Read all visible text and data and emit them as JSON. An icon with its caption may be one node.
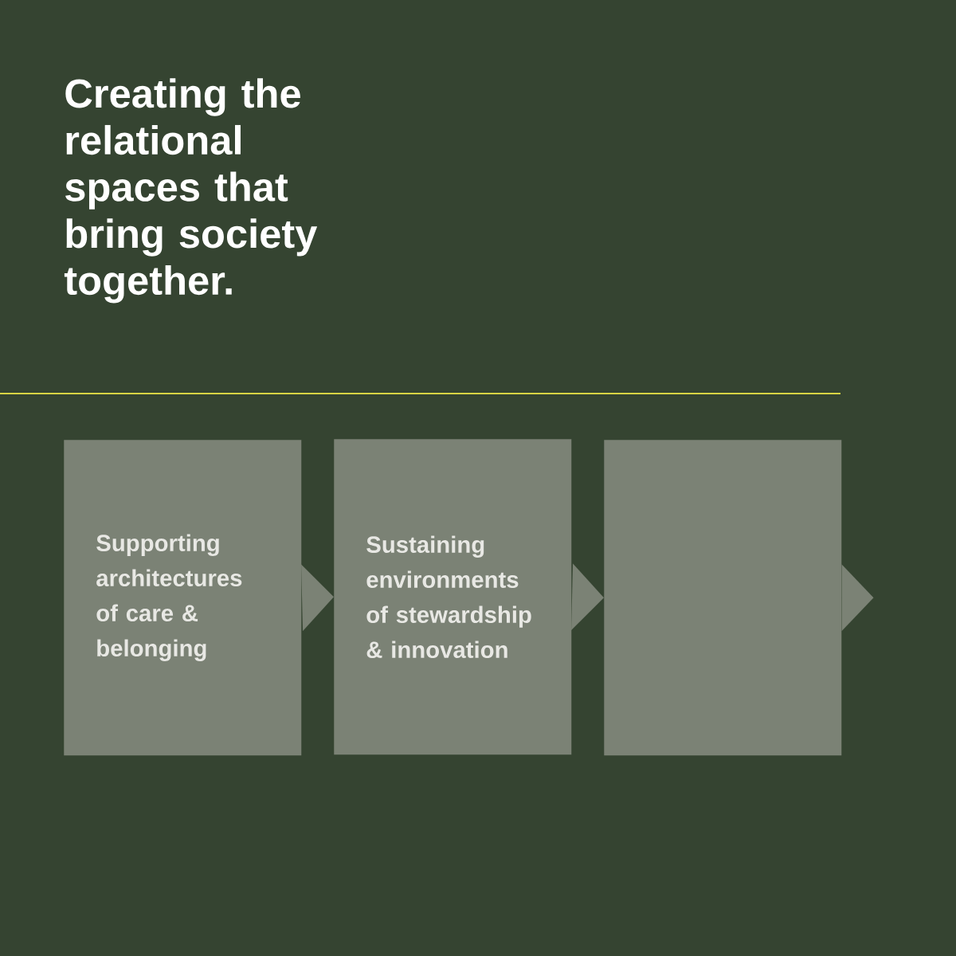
{
  "diagram": {
    "title": "Creating the relational spaces that bring society together.",
    "nodes": [
      {
        "text": [
          "Supporting architectures of care & belonging"
        ]
      },
      {
        "text": [
          "Sustaining environments of stewardship & innovation"
        ]
      },
      {
        "text": [],
        "shape": "box"
      }
    ],
    "edges": [
      {
        "from": 0,
        "to": 1,
        "arrow": "to"
      },
      {
        "from": 1,
        "to": 2,
        "arrow": "to"
      },
      {
        "from": 2,
        "to": null,
        "arrow": "to"
      }
    ]
  }
}
